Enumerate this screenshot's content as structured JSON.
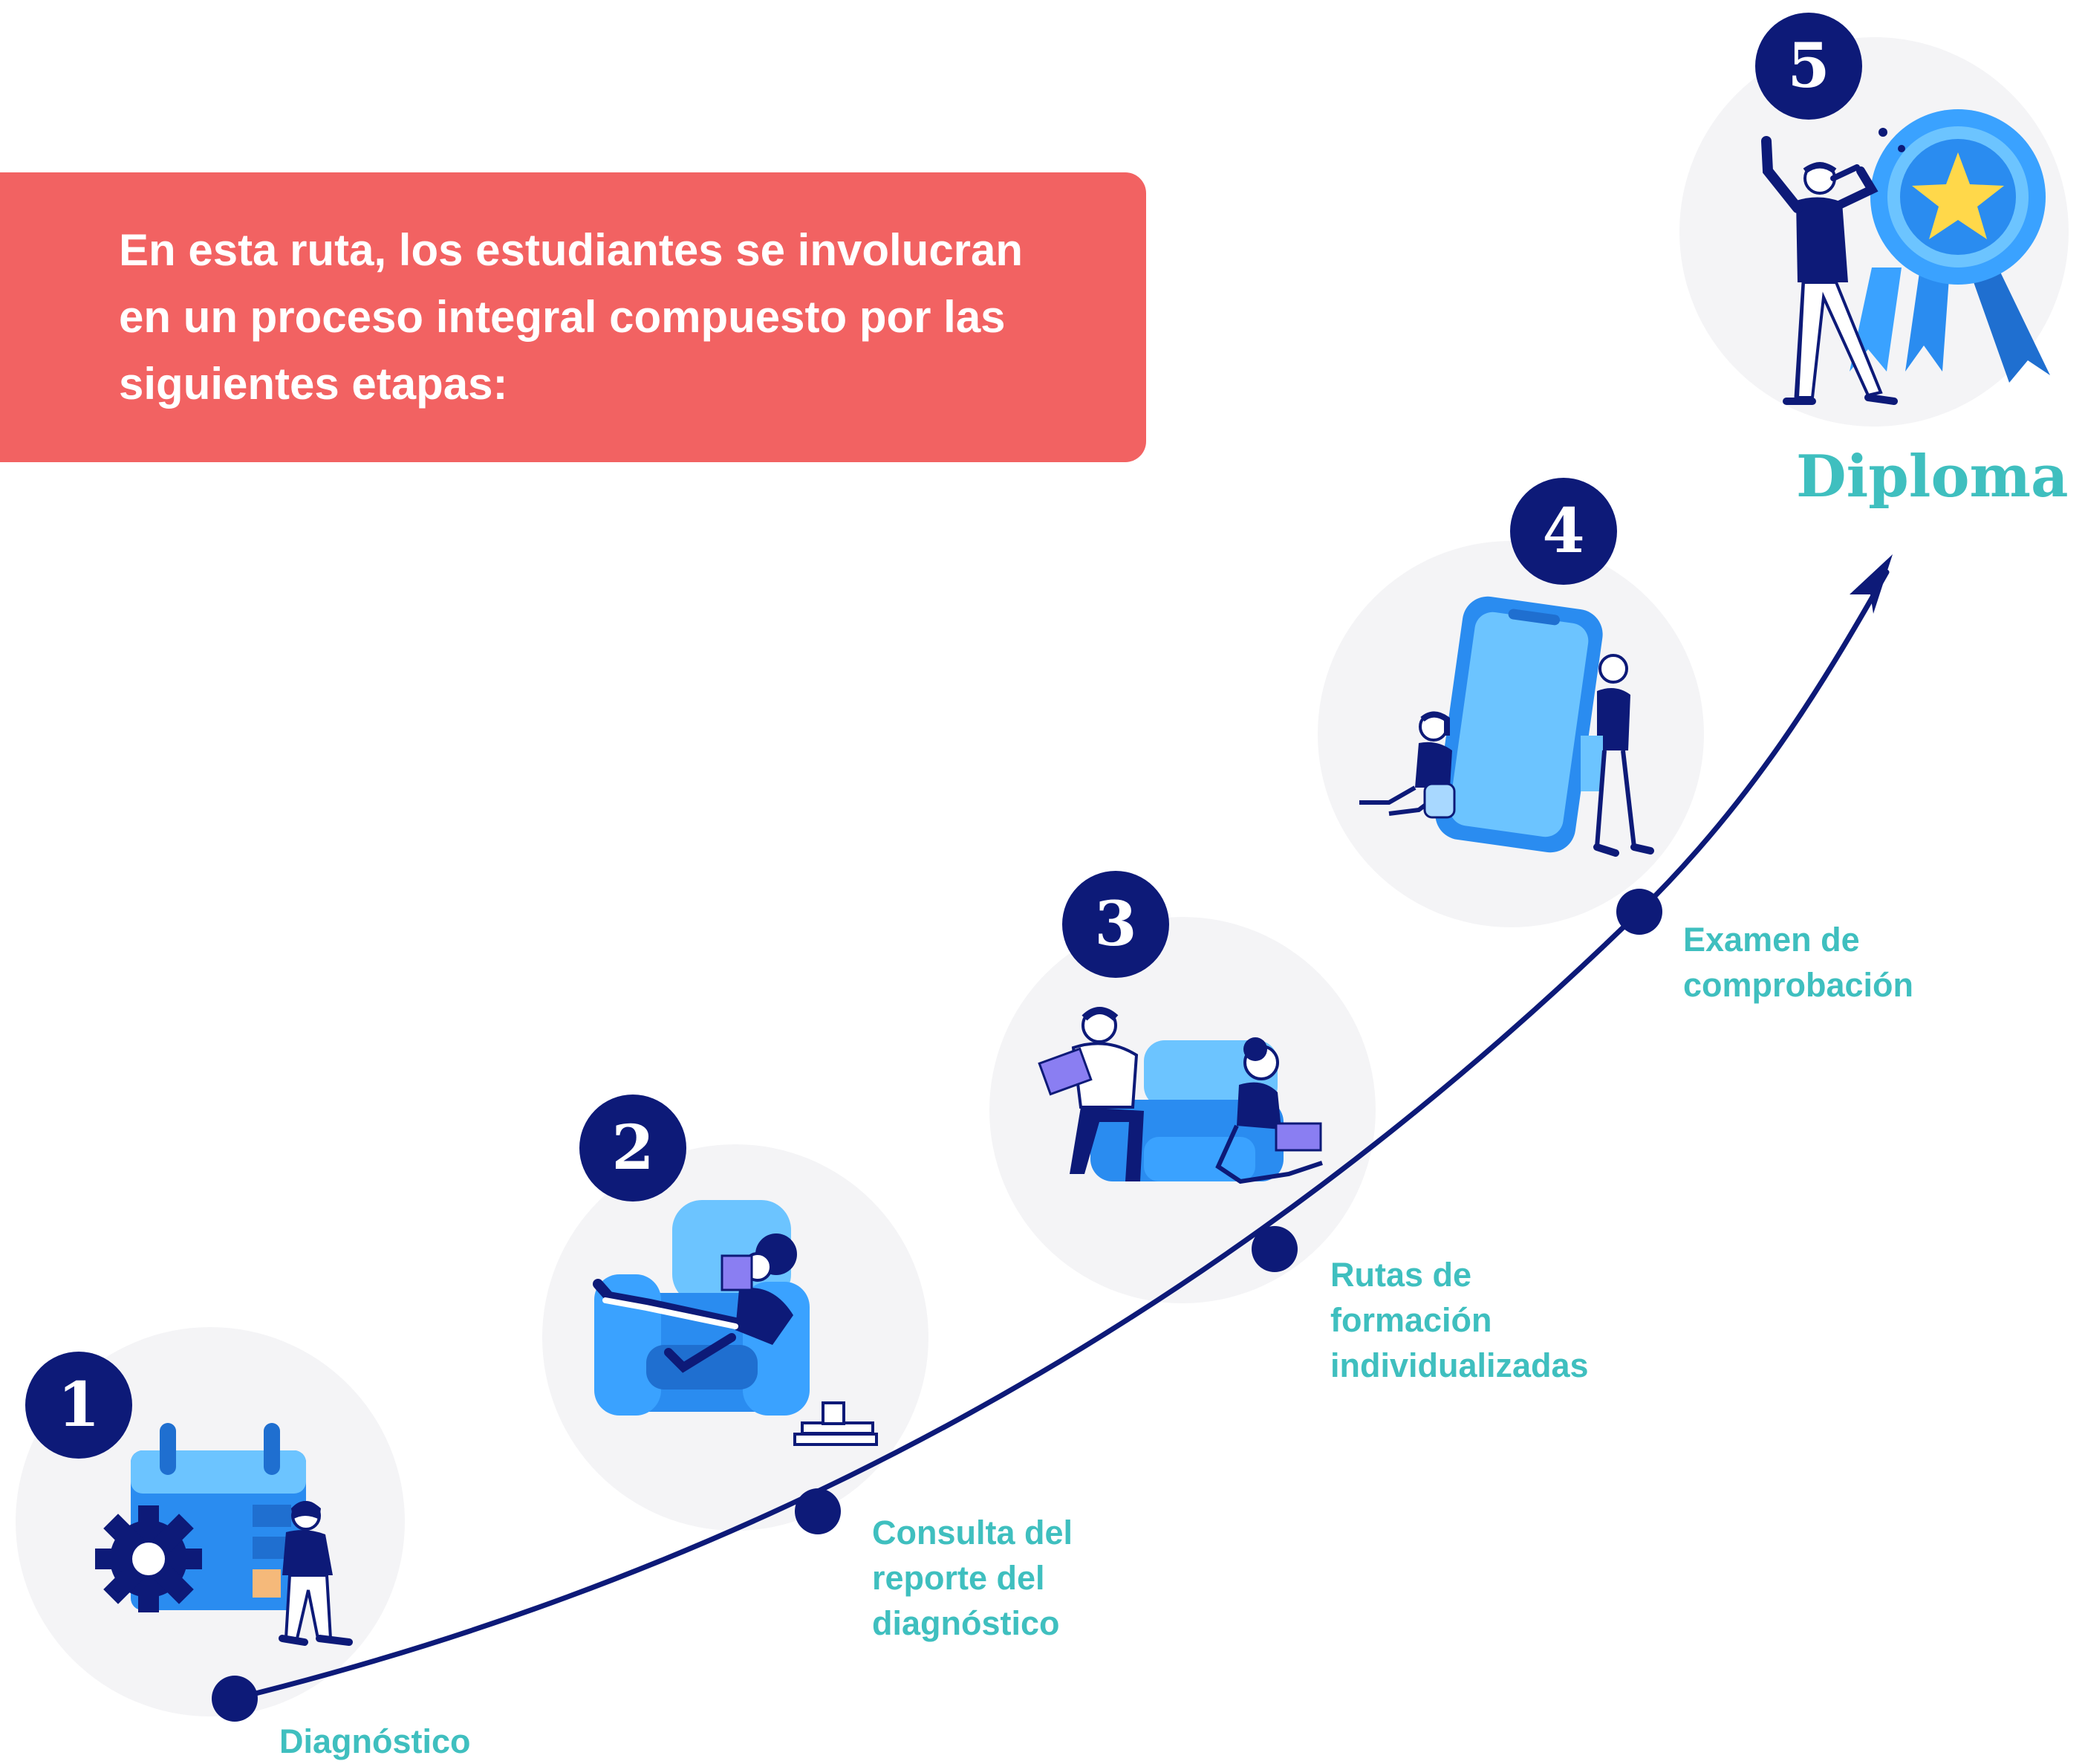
{
  "intro": {
    "line1": "En esta ruta, los estudiantes se involucran",
    "line2": "en un proceso integral compuesto por las",
    "line3": "siguientes etapas:"
  },
  "stages": [
    {
      "number": "1",
      "label_lines": [
        "Diagnóstico"
      ],
      "illustration": "calendar-gear-person-icon"
    },
    {
      "number": "2",
      "label_lines": [
        "Consulta del",
        "reporte del",
        "diagnóstico"
      ],
      "illustration": "armchair-reader-icon"
    },
    {
      "number": "3",
      "label_lines": [
        "Rutas de",
        "formación",
        "individualizadas"
      ],
      "illustration": "couch-readers-icon"
    },
    {
      "number": "4",
      "label_lines": [
        "Examen de",
        "comprobación"
      ],
      "illustration": "smartphone-people-icon"
    },
    {
      "number": "5",
      "label_lines": [
        "Diploma"
      ],
      "illustration": "award-ribbon-celebration-icon"
    }
  ],
  "colors": {
    "navy": "#0d1a78",
    "coral": "#f26262",
    "teal": "#3fbfbf",
    "blue": "#2a8cf0",
    "light_blue": "#6cc4ff",
    "circle_bg": "#f4f4f6",
    "gold": "#ffd84a"
  }
}
